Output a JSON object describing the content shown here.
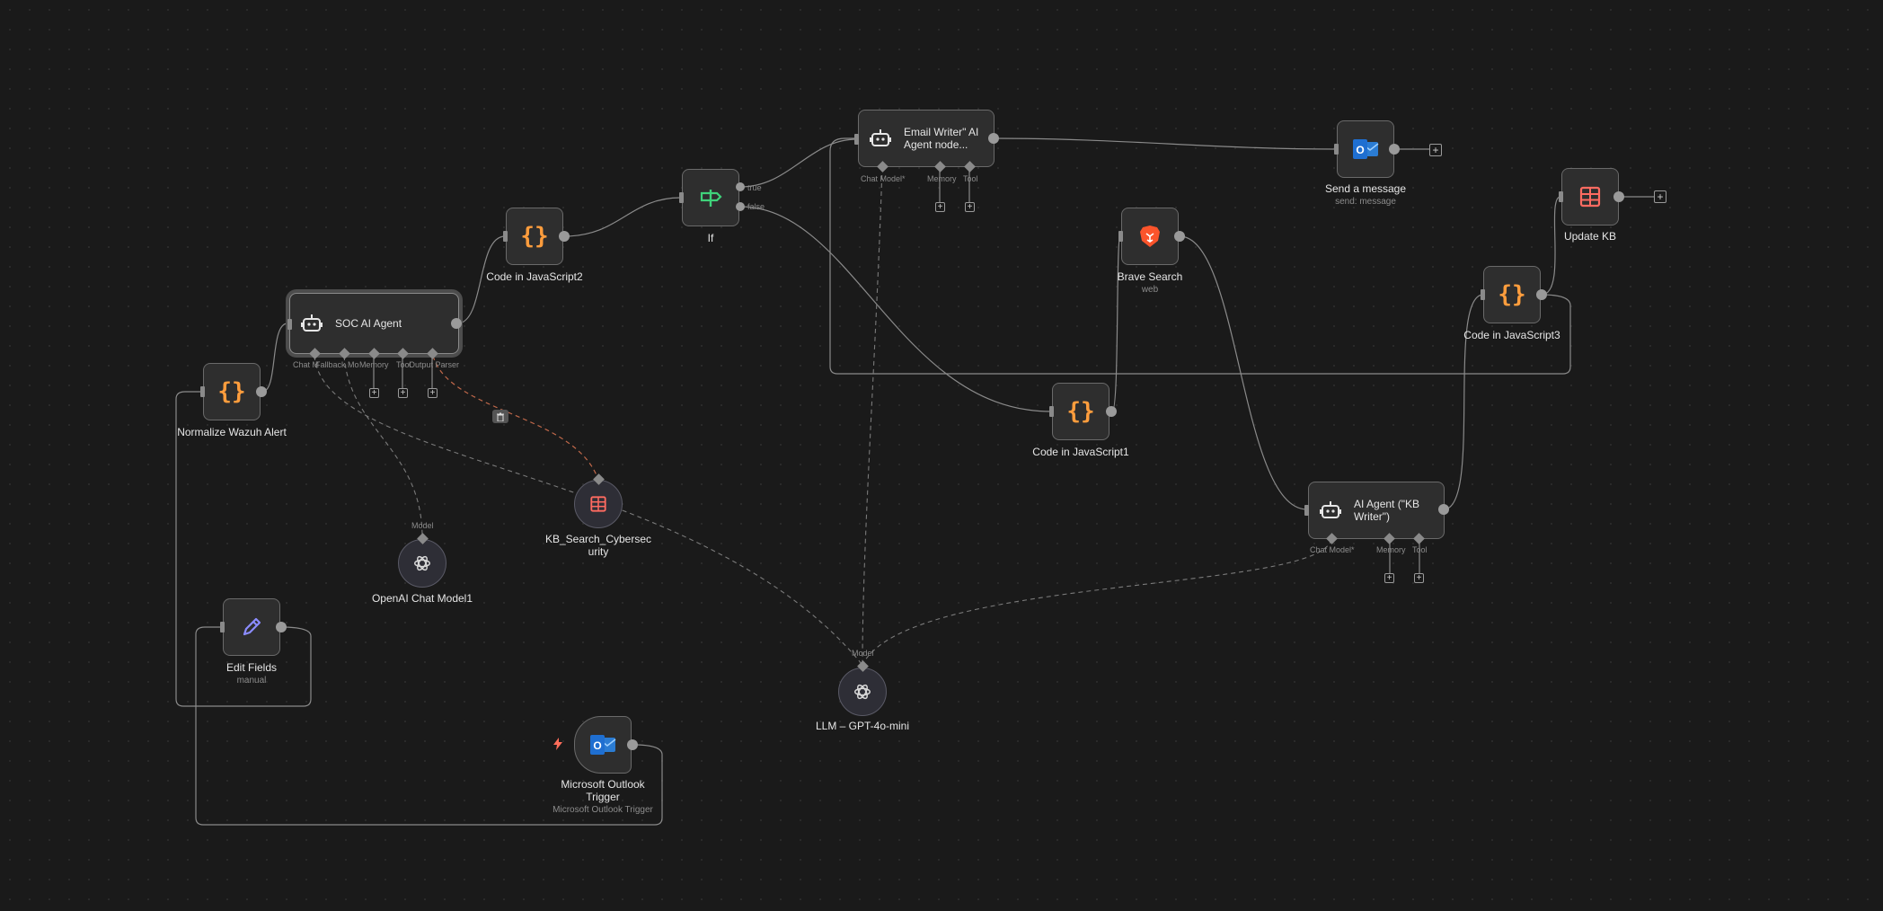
{
  "nodes": {
    "normalize": {
      "label": "Normalize Wazuh Alert",
      "icon": "code-braces-icon"
    },
    "soc_agent": {
      "label": "SOC AI Agent",
      "icon": "robot-icon"
    },
    "code2": {
      "label": "Code in JavaScript2",
      "icon": "code-braces-icon"
    },
    "if": {
      "label": "If",
      "icon": "signpost-icon",
      "out_true": "true",
      "out_false": "false"
    },
    "email_writer": {
      "label": "Email Writer\" AI Agent node...",
      "icon": "robot-icon"
    },
    "send_message": {
      "label": "Send a message",
      "sub": "send: message",
      "icon": "outlook-icon"
    },
    "update_kb": {
      "label": "Update KB",
      "icon": "table-icon"
    },
    "brave": {
      "label": "Brave Search",
      "sub": "web",
      "icon": "brave-lion-icon"
    },
    "code3": {
      "label": "Code in JavaScript3",
      "icon": "code-braces-icon"
    },
    "code1": {
      "label": "Code in JavaScript1",
      "icon": "code-braces-icon"
    },
    "kb_writer": {
      "label": "AI Agent (\"KB Writer\")",
      "icon": "robot-icon"
    },
    "kb_search": {
      "label": "KB_Search_Cybersecurity",
      "icon": "table-icon"
    },
    "openai1": {
      "label": "OpenAI Chat Model1",
      "icon": "openai-icon",
      "handle": "Model"
    },
    "llm": {
      "label": "LLM – GPT-4o-mini",
      "icon": "openai-icon",
      "handle": "Model"
    },
    "edit_fields": {
      "label": "Edit Fields",
      "sub": "manual",
      "icon": "pencil-icon"
    },
    "outlook_trigger": {
      "label": "Microsoft Outlook Trigger",
      "sub": "Microsoft Outlook Trigger",
      "icon": "outlook-icon"
    }
  },
  "handles": {
    "soc": [
      "Chat M",
      "Fallback Mo",
      "Memory",
      "Tool",
      "Output Parser"
    ],
    "email": [
      "Chat Model*",
      "Memory",
      "Tool"
    ],
    "kbw": [
      "Chat Model*",
      "Memory",
      "Tool"
    ]
  },
  "colors": {
    "accent_orange": "#ff9d3d",
    "wire": "#8a8a8a",
    "dash_active": "#c0684a",
    "table_red": "#ff6b61",
    "pencil_purple": "#8b8cff",
    "if_green": "#3fd27a",
    "outlook_blue": "#1f6fd1"
  }
}
